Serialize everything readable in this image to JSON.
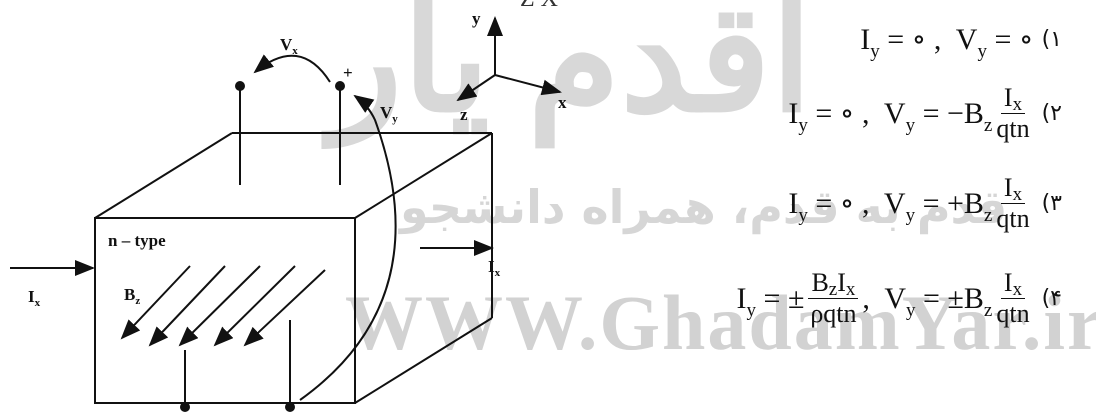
{
  "watermark": {
    "logo": "اقدم یار",
    "persian": "قدم به قدم، همراه دانشجو",
    "url": "WWW.GhadamYar.ir"
  },
  "header_fragment": "Z   X",
  "diagram": {
    "axes": {
      "y": "y",
      "x": "x",
      "z": "z"
    },
    "labels": {
      "vx": "V",
      "vx_sub": "x",
      "vy": "V",
      "vy_sub": "y",
      "plus": "+",
      "ntype": "n – type",
      "ix_in": "I",
      "ix_in_sub": "x",
      "ix_out": "I",
      "ix_out_sub": "x",
      "bz": "B",
      "bz_sub": "z"
    }
  },
  "options": [
    {
      "number": "(۱",
      "text": "I_y = ∘ , V_y = ∘"
    },
    {
      "number": "(۲",
      "text": "I_y = ∘ , V_y = −B_z I_x/qtn"
    },
    {
      "number": "(۳",
      "text": "I_y = ∘ , V_y = +B_z I_x/qtn"
    },
    {
      "number": "(۴",
      "text": "I_y = ±B_z I_x/ρqtn , V_y = ±B_z I_x/qtn"
    }
  ],
  "opt_parts": {
    "I": "I",
    "V": "V",
    "B": "B",
    "y": "y",
    "z": "z",
    "x": "x",
    "zero": "∘",
    "eq": " = ",
    "comma": " , ",
    "minus": "−",
    "plus": "+",
    "pm": "±",
    "qtn": "qtn",
    "rhoqtn": "ρqtn",
    "BzIx": "B I"
  }
}
